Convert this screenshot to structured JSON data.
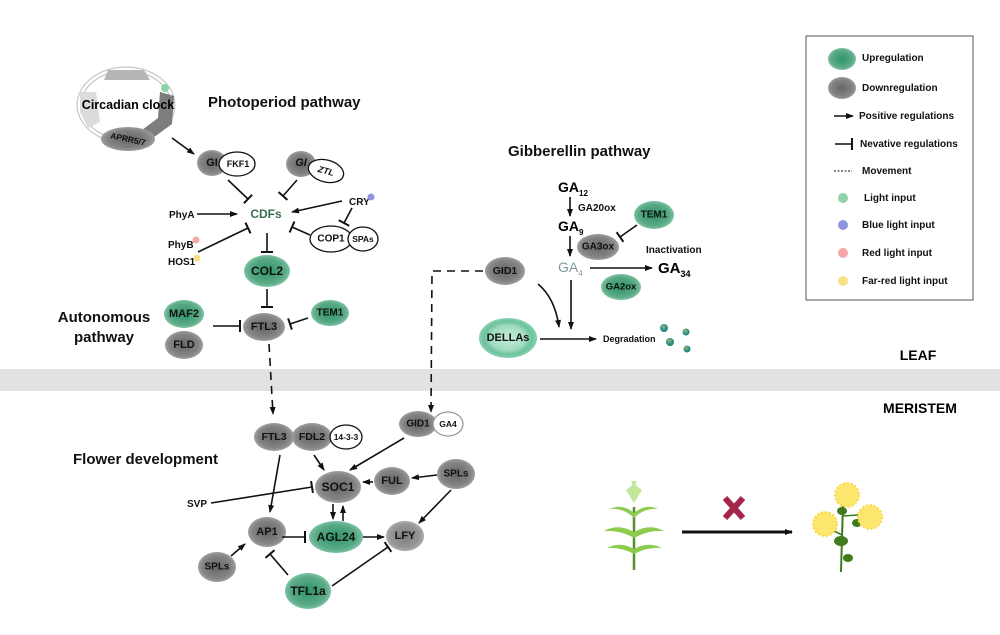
{
  "titles": {
    "photoperiod": "Photoperiod pathway",
    "autonomous_line1": "Autonomous",
    "autonomous_line2": "pathway",
    "gibberellin": "Gibberellin pathway",
    "flower": "Flower development",
    "leaf": "LEAF",
    "meristem": "MERISTEM"
  },
  "colors": {
    "upregulation": "#4da37f",
    "downregulation": "#7a7a7a",
    "light": "#8fd1a8",
    "blue_light": "#8f96de",
    "red_light": "#f5a8ac",
    "far_red_light": "#fbe08a",
    "band": "#e2e2e2",
    "inhibit_cross": "#a3264b",
    "flower_petal": "#fde66e",
    "leaf_light": "#8ccc4f",
    "stem_dark": "#3f7a1c",
    "ga4_text": "#7f9aa0",
    "cdfs_text": "#3c6e4d"
  },
  "circadian": {
    "label": "Circadian clock",
    "component": "APRR5/7"
  },
  "nodes": {
    "gi1": "GI",
    "fkf1": "FKF1",
    "gi2": "GI",
    "ztl": "ZTL",
    "cdfs": "CDFs",
    "phya": "PhyA",
    "phyb": "PhyB",
    "hos1": "HOS1",
    "cry": "CRY",
    "cop1": "COP1",
    "spas": "SPAs",
    "col2": "COL2",
    "maf2": "MAF2",
    "fld": "FLD",
    "ftl3_leaf": "FTL3",
    "tem1_leaf": "TEM1",
    "ga12_base": "GA",
    "ga12_sub": "12",
    "ga20ox": "GA20ox",
    "ga9_base": "GA",
    "ga9_sub": "9",
    "tem1_ga": "TEM1",
    "ga3ox": "GA3ox",
    "ga4_base": "GA",
    "ga4_sub": "4",
    "inactivation": "Inactivation",
    "ga34_base": "GA",
    "ga34_sub": "34",
    "ga2ox": "GA2ox",
    "gid1_leaf": "GID1",
    "dellas": "DELLAs",
    "degradation": "Degradation",
    "ftl3_mer": "FTL3",
    "fdl2": "FDL2",
    "p1433": "14-3-3",
    "gid1_mer": "GID1",
    "ga4_mer": "GA4",
    "soc1": "SOC1",
    "ful": "FUL",
    "spls_right": "SPLs",
    "svp": "SVP",
    "ap1": "AP1",
    "agl24": "AGL24",
    "lfy": "LFY",
    "spls_left": "SPLs",
    "tfl1a": "TFL1a"
  },
  "legend": {
    "items": [
      {
        "label": "Upregulation"
      },
      {
        "label": "Downregulation"
      },
      {
        "label": "Positive regulations"
      },
      {
        "label": "Nevative regulations"
      },
      {
        "label": "Movement"
      },
      {
        "label": "Light input"
      },
      {
        "label": "Blue light input"
      },
      {
        "label": "Red light input"
      },
      {
        "label": "Far-red light input"
      }
    ]
  }
}
